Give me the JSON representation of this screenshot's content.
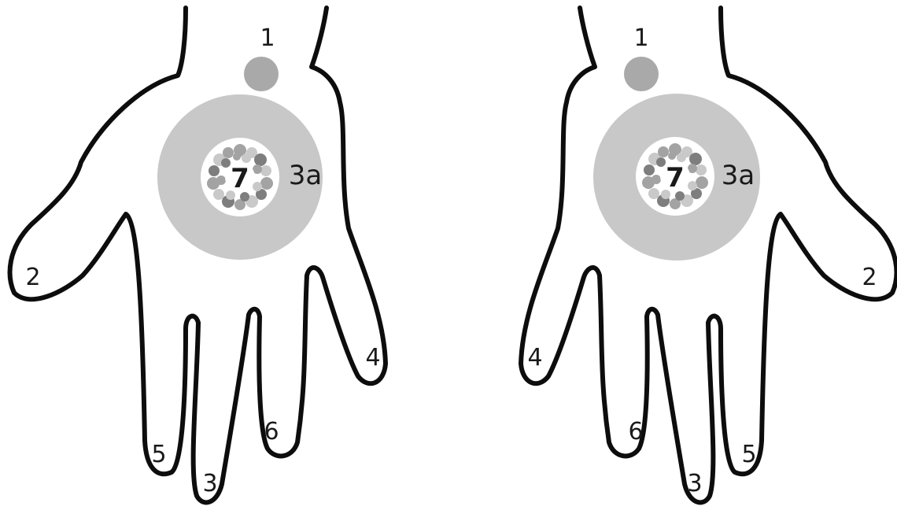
{
  "hands": [
    {
      "side": "left",
      "labels": {
        "point1": "1",
        "point2": "2",
        "point3": "3",
        "point3a": "3a",
        "point4": "4",
        "point5": "5",
        "point6": "6",
        "point7": "7"
      }
    },
    {
      "side": "right",
      "labels": {
        "point1": "1",
        "point2": "2",
        "point3": "3",
        "point3a": "3a",
        "point4": "4",
        "point5": "5",
        "point6": "6",
        "point7": "7"
      }
    }
  ],
  "colors": {
    "outline": "#0d0d0d",
    "palm_ring": "#c8c8c8",
    "wrist_dot": "#a9a9a9",
    "pebble_light": "#c9c9c9",
    "pebble_mid": "#a3a3a3",
    "pebble_dark": "#7e7e7e"
  }
}
